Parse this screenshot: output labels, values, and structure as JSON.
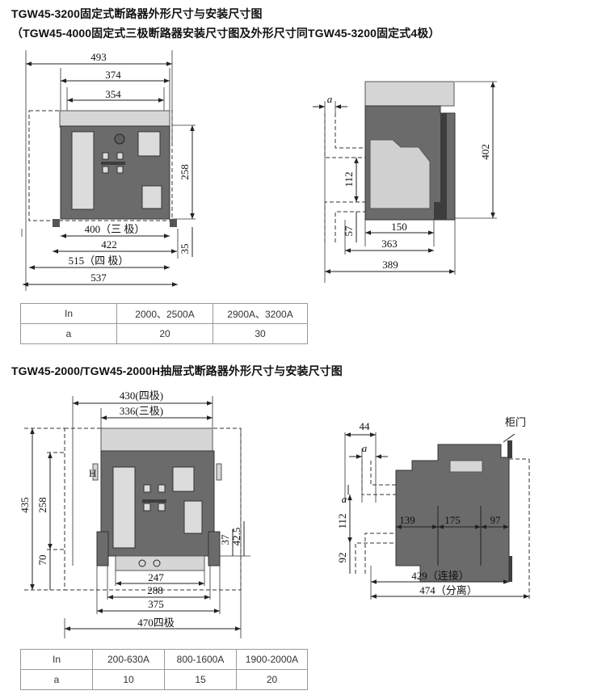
{
  "header": {
    "title1": "TGW45-3200固定式断路器外形尺寸与安装尺寸图",
    "title2": "（TGW45-4000固定式三极断路器安装尺寸图及外形尺寸同TGW45-3200固定式4极）",
    "title3": "TGW45-2000/TGW45-2000H抽屉式断路器外形尺寸与安装尺寸图"
  },
  "fig1_front": {
    "dims": [
      "493",
      "374",
      "354",
      "258",
      "400（三 极）",
      "422",
      "515（四 极）",
      "537",
      "35"
    ]
  },
  "fig1_side": {
    "dims": [
      "a",
      "402",
      "112",
      "57",
      "150",
      "363",
      "389"
    ]
  },
  "table1": {
    "header": [
      "In",
      "2000、2500A",
      "2900A、3200A"
    ],
    "row": [
      "a",
      "20",
      "30"
    ]
  },
  "fig2_front": {
    "dims": [
      "430(四极)",
      "336(三极)",
      "435",
      "258",
      "70",
      "37",
      "42.5",
      "247",
      "288",
      "375",
      "470四极"
    ]
  },
  "fig2_side": {
    "dims": [
      "44",
      "a",
      "a",
      "112",
      "92",
      "139",
      "175",
      "97",
      "429（连接）",
      "474（分离）"
    ],
    "door_label": "柜门"
  },
  "table2": {
    "header": [
      "In",
      "200-630A",
      "800-1600A",
      "1900-2000A"
    ],
    "row": [
      "a",
      "10",
      "15",
      "20"
    ]
  }
}
